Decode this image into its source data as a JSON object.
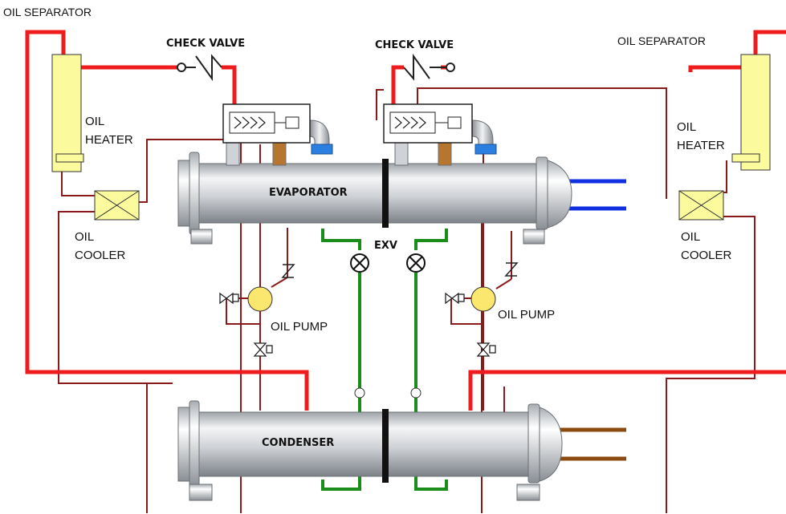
{
  "labels": {
    "oil_separator_left": "OIL SEPARATOR",
    "oil_separator_right": "OIL SEPARATOR",
    "check_valve_left": "CHECK VALVE",
    "check_valve_right": "CHECK VALVE",
    "oil_heater_left_1": "OIL",
    "oil_heater_left_2": "HEATER",
    "oil_heater_right_1": "OIL",
    "oil_heater_right_2": "HEATER",
    "oil_cooler_left_1": "OIL",
    "oil_cooler_left_2": "COOLER",
    "oil_cooler_right_1": "OIL",
    "oil_cooler_right_2": "COOLER",
    "evaporator": "EVAPORATOR",
    "condenser": "CONDENSER",
    "exv": "EXV",
    "oil_pump_left": "OIL PUMP",
    "oil_pump_right": "OIL PUMP"
  },
  "colors": {
    "discharge_line": "#ee1c1c",
    "oil_line": "#8b1a1a",
    "liquid_line": "#1a8c1a",
    "chilled_water": "#1030e0",
    "condenser_water": "#8b4a10",
    "separator_fill": "#fbfb9e",
    "shell": "#cfd2d6"
  }
}
